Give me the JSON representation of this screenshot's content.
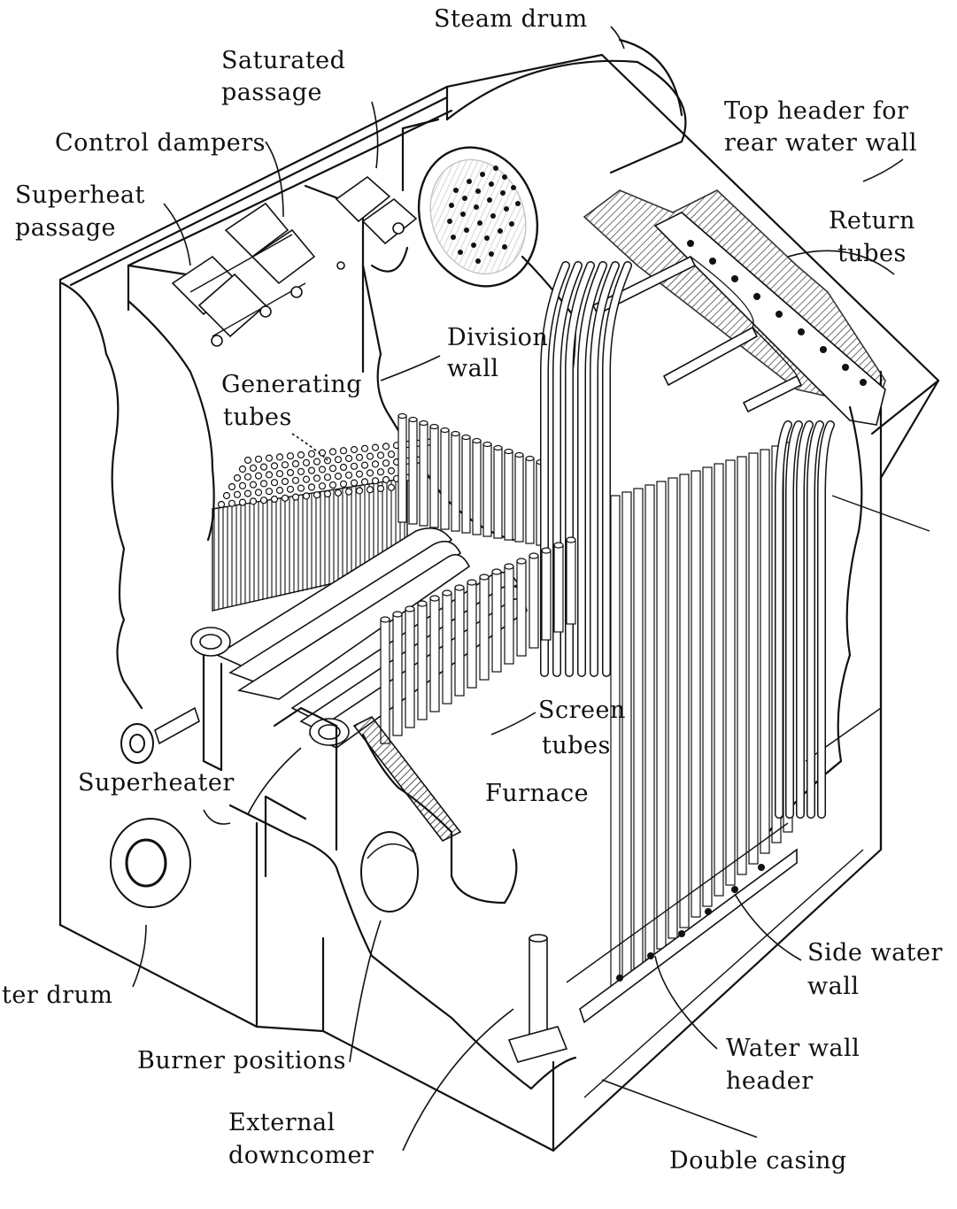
{
  "labels": {
    "steam_drum": "Steam drum",
    "saturated_passage_1": "Saturated",
    "saturated_passage_2": "passage",
    "control_dampers": "Control dampers",
    "superheat_passage_1": "Superheat",
    "superheat_passage_2": "passage",
    "top_header_1": "Top header for",
    "top_header_2": "rear water wall",
    "return_tubes_1": "Return",
    "return_tubes_2": "tubes",
    "division_wall_1": "Division",
    "division_wall_2": "wall",
    "generating_tubes_1": "Generating",
    "generating_tubes_2": "tubes",
    "screen_tubes_1": "Screen",
    "screen_tubes_2": "tubes",
    "furnace": "Furnace",
    "superheater": "Superheater",
    "water_drum": "ter drum",
    "side_water_wall_1": "Side water",
    "side_water_wall_2": "wall",
    "water_wall_header_1": "Water wall",
    "water_wall_header_2": "header",
    "burner_positions": "Burner positions",
    "external_downcomer_1": "External",
    "external_downcomer_2": "downcomer",
    "double_casing": "Double casing"
  }
}
